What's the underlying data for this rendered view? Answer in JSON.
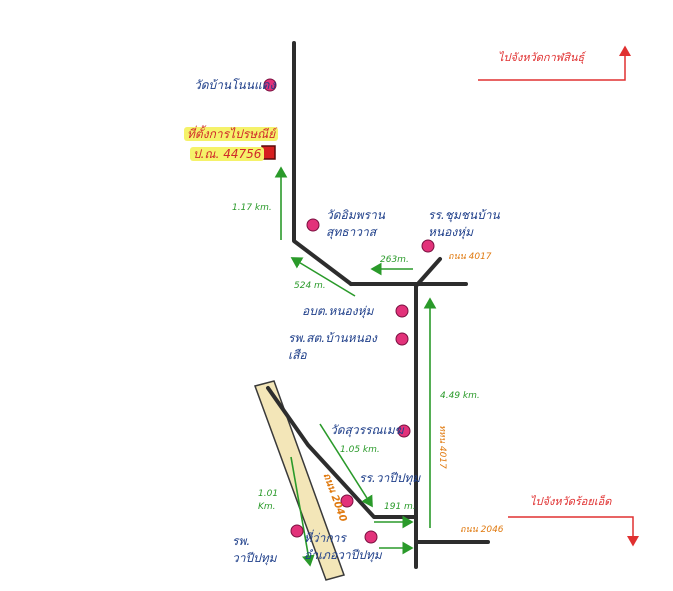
{
  "colors": {
    "road": "#2d2d2d",
    "highway_fill": "#f3e6b8",
    "poi": "#e2327a",
    "target": "#d61f1f",
    "highlight": "#f5f26a",
    "label_blue": "#1f3f8a",
    "distance_green": "#2a9a2a",
    "road_orange": "#e07a10",
    "direction_red": "#e03030"
  },
  "directions": {
    "north": "ไปจังหวัดกาฬสินธุ์",
    "south": "ไปจังหวัดร้อยเอ็ด"
  },
  "target": {
    "title": "ที่ตั้งการไปรษณีย์",
    "postcode": "ป.ณ. 44756"
  },
  "places": {
    "wat_ban_non_daeng": "วัดบ้านโนนแดง",
    "wat_chim_phli": "วัดอิมพราน\nสุทธาวาส",
    "school_chumchon": "รร.ชุมชนบ้าน\nหนองหุ่ม",
    "obt": "อบต.หนองหุ่ม",
    "health_center": "รพ.สต.บ้านหนอง\nเสือ",
    "wat_suwanna": "วัดสุวรรณเมฆ",
    "school_wapi": "รร.วาปีปทุม",
    "district_office": "ที่ว่าการ\nอำเภอวาปีปทุม",
    "hospital": "รพ.\nวาปีปทุม"
  },
  "distances": {
    "d_117": "1.17 km.",
    "d_263": "263m.",
    "d_524": "524 m.",
    "d_449": "4.49 km.",
    "d_105": "1.05 km.",
    "d_191": "191 m.",
    "d_101": "1.01\nKm."
  },
  "roads": {
    "r_4017_top": "ถนน 4017",
    "r_4017_vert": "ทหน 4017",
    "r_2040": "ถนน 2040",
    "r_2046": "ถนน 2046"
  }
}
